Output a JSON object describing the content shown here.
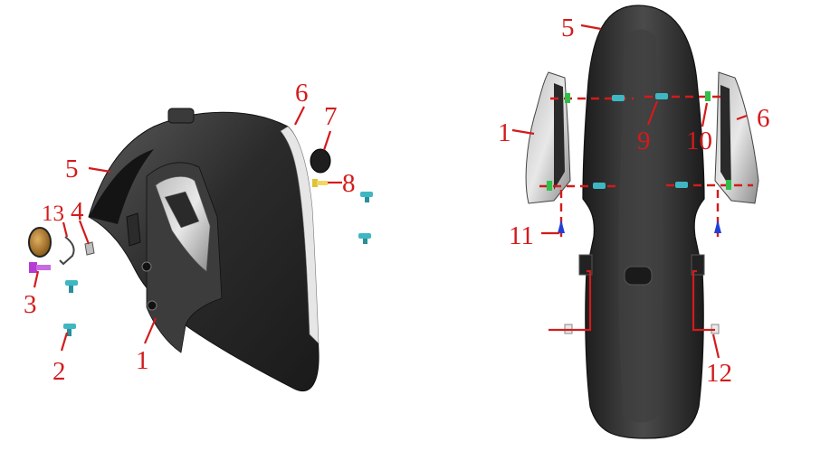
{
  "left_view": {
    "callouts": [
      {
        "id": "c1",
        "label": "1"
      },
      {
        "id": "c2",
        "label": "2"
      },
      {
        "id": "c3",
        "label": "3"
      },
      {
        "id": "c4",
        "label": "4"
      },
      {
        "id": "c5",
        "label": "5"
      },
      {
        "id": "c6",
        "label": "6"
      },
      {
        "id": "c7",
        "label": "7"
      },
      {
        "id": "c8",
        "label": "8"
      },
      {
        "id": "c13",
        "label": "13"
      }
    ]
  },
  "right_view": {
    "callouts": [
      {
        "id": "r1",
        "label": "1"
      },
      {
        "id": "r5",
        "label": "5"
      },
      {
        "id": "r6",
        "label": "6"
      },
      {
        "id": "r9",
        "label": "9"
      },
      {
        "id": "r10",
        "label": "10"
      },
      {
        "id": "r11",
        "label": "11"
      },
      {
        "id": "r12",
        "label": "12"
      }
    ]
  },
  "colors": {
    "callout": "#d31b1b",
    "fender_dark": "#262626",
    "fender_mid": "#4a4a4a",
    "panel_silver": "#d9d9d9",
    "screw": "#3fb7c2",
    "bolt_purple": "#b63ad6",
    "bolt_yellow": "#e0c23a",
    "rivet_blue": "#1f3fd8",
    "grommet_green": "#2fbf4a"
  }
}
